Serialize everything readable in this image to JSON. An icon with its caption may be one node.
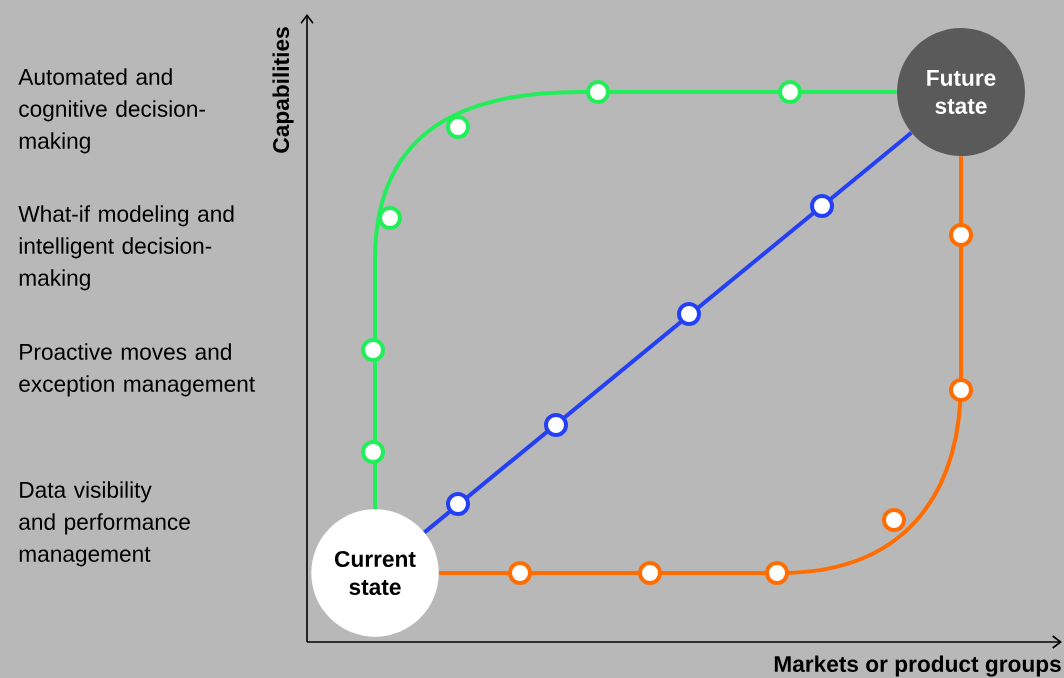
{
  "diagram": {
    "nodes": [
      {
        "text": [
          "Current state"
        ]
      },
      {
        "text": [
          "Future state"
        ]
      }
    ],
    "edges": [
      {
        "from": 0,
        "to": 1,
        "arrow": "none",
        "color": "#22ee5a"
      },
      {
        "from": 0,
        "to": 1,
        "arrow": "none",
        "color": "#2440f5"
      },
      {
        "from": 0,
        "to": 1,
        "arrow": "none",
        "color": "#ff6c00"
      }
    ],
    "labels": [
      "Automated and cognitive decision-making",
      "What-if modeling and intelligent decision-making",
      "Proactive moves and exception management",
      "Data visibility and performance management",
      "Capabilities",
      "Markets or product groups"
    ]
  }
}
